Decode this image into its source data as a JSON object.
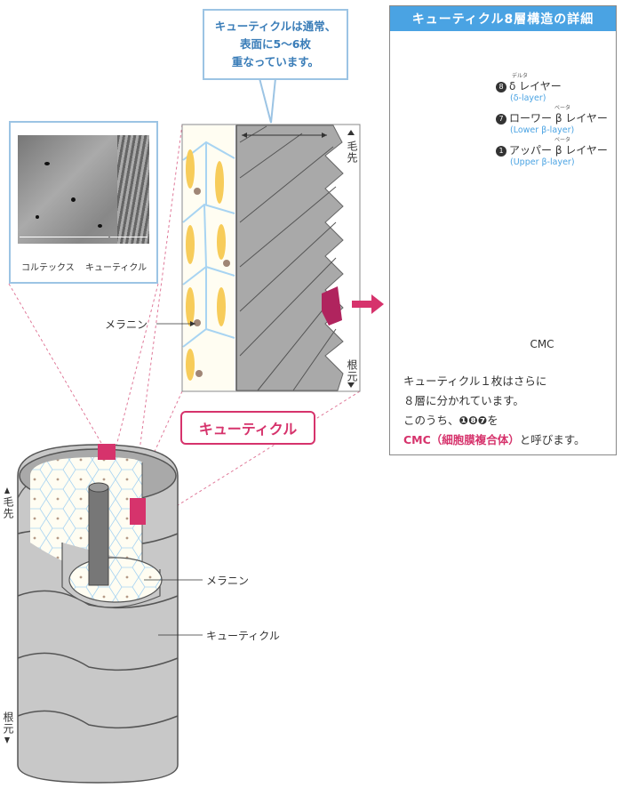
{
  "callout": {
    "text": "キューティクルは通常、\n表面に5〜6枚\n重なっています。"
  },
  "panel": {
    "title": "キューティクル8層構造の詳細",
    "legend": [
      {
        "num": "8",
        "label": "δ レイヤー",
        "ruby": "デルタ",
        "sub": "(δ-layer)"
      },
      {
        "num": "7",
        "label": "ローワー β レイヤー",
        "ruby": "ベータ",
        "sub": "(Lower β-layer)"
      },
      {
        "num": "1",
        "label": "アッパー β レイヤー",
        "ruby": "ベータ",
        "sub": "(Upper β-layer)"
      }
    ],
    "cmc_label": "CMC",
    "desc_line1": "キューティクル１枚はさらに",
    "desc_line2": "８層に分かれています。",
    "desc_line3_prefix": "このうち、",
    "desc_line3_nums": "❶❽❼",
    "desc_line3_suffix": "を",
    "desc_line4_pink": "CMC（細胞膜複合体）",
    "desc_line4_suffix": "と呼びます。",
    "colors": {
      "accent_pink": "#d6336c",
      "accent_blue": "#4aa3e3",
      "layer_yellow": "#f7cc5a",
      "layer_pink": "#f7c6d4",
      "layer_lavender": "#d7c8ea",
      "layer_green": "#cfe9d3",
      "layer_blue": "#a8d4f2"
    }
  },
  "micro": {
    "label_cortex": "コルテックス",
    "label_cuticle": "キューティクル"
  },
  "middle": {
    "label_melanin": "メラニン",
    "tip": "毛先",
    "root": "根元",
    "cut_label": "キューティクル"
  },
  "cylinder": {
    "tip": "毛先",
    "root": "根元",
    "label_melanin": "メラニン",
    "label_cuticle": "キューティクル"
  }
}
